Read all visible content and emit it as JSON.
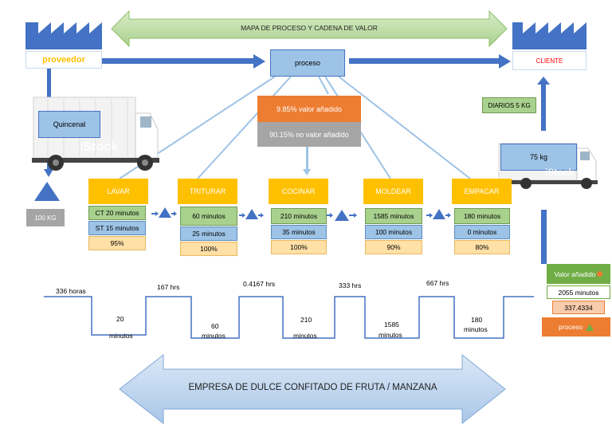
{
  "title_banner": "MAPA DE PROCESO Y CADENA DE VALOR",
  "supplier": {
    "label": "proveedor"
  },
  "process_center": {
    "label": "proceso"
  },
  "customer": {
    "label": "CLIENTE"
  },
  "value_added": "9.85% valor añadido",
  "non_value_added": "90.15% no valor añadido",
  "left_truck": {
    "label": "Quincenal",
    "watermark": "iStock"
  },
  "right_truck": {
    "label": "75 kg",
    "watermark": "iStock"
  },
  "diarios": "DIARIOS 5 KG",
  "inventory_left": "100 KG",
  "steps": [
    {
      "name": "LAVAR",
      "row1": "CT 20 minutos",
      "row2": "ST 15 minutos",
      "row3": "95%"
    },
    {
      "name": "TRITURAR",
      "row1": "60 minutos",
      "row2": "25 minutos",
      "row3": "100%"
    },
    {
      "name": "COCINAR",
      "row1": "210 minutos",
      "row2": "35 minutos",
      "row3": "100%"
    },
    {
      "name": "MOLDEAR",
      "row1": "1585 minutos",
      "row2": "100 minutos",
      "row3": "90%"
    },
    {
      "name": "EMPACAR",
      "row1": "180 minutos",
      "row2": "0 minutos",
      "row3": "80%"
    }
  ],
  "timeline": {
    "top": [
      "336 horas",
      "167 hrs",
      "0.4167 hrs",
      "333 hrs",
      "667 hrs"
    ],
    "bottom": [
      {
        "line1": "20",
        "line2": "minutos"
      },
      {
        "line1": "60",
        "line2": "minutos"
      },
      {
        "line1": "210",
        "line2": "minutos"
      },
      {
        "line1": "1585",
        "line2": "minutos"
      },
      {
        "line1": "180",
        "line2": "minutos"
      }
    ]
  },
  "summary": {
    "value_label": "Valor añadido",
    "minutes": "2055 minutos",
    "number": "337.4334",
    "process_label": "proceso"
  },
  "bottom_banner": "EMPRESA DE DULCE CONFITADO DE FRUTA / MANZANA",
  "colors": {
    "accent_blue": "#4472c4",
    "orange": "#ed7d31",
    "yellow": "#ffc000",
    "green": "#70ad47"
  }
}
